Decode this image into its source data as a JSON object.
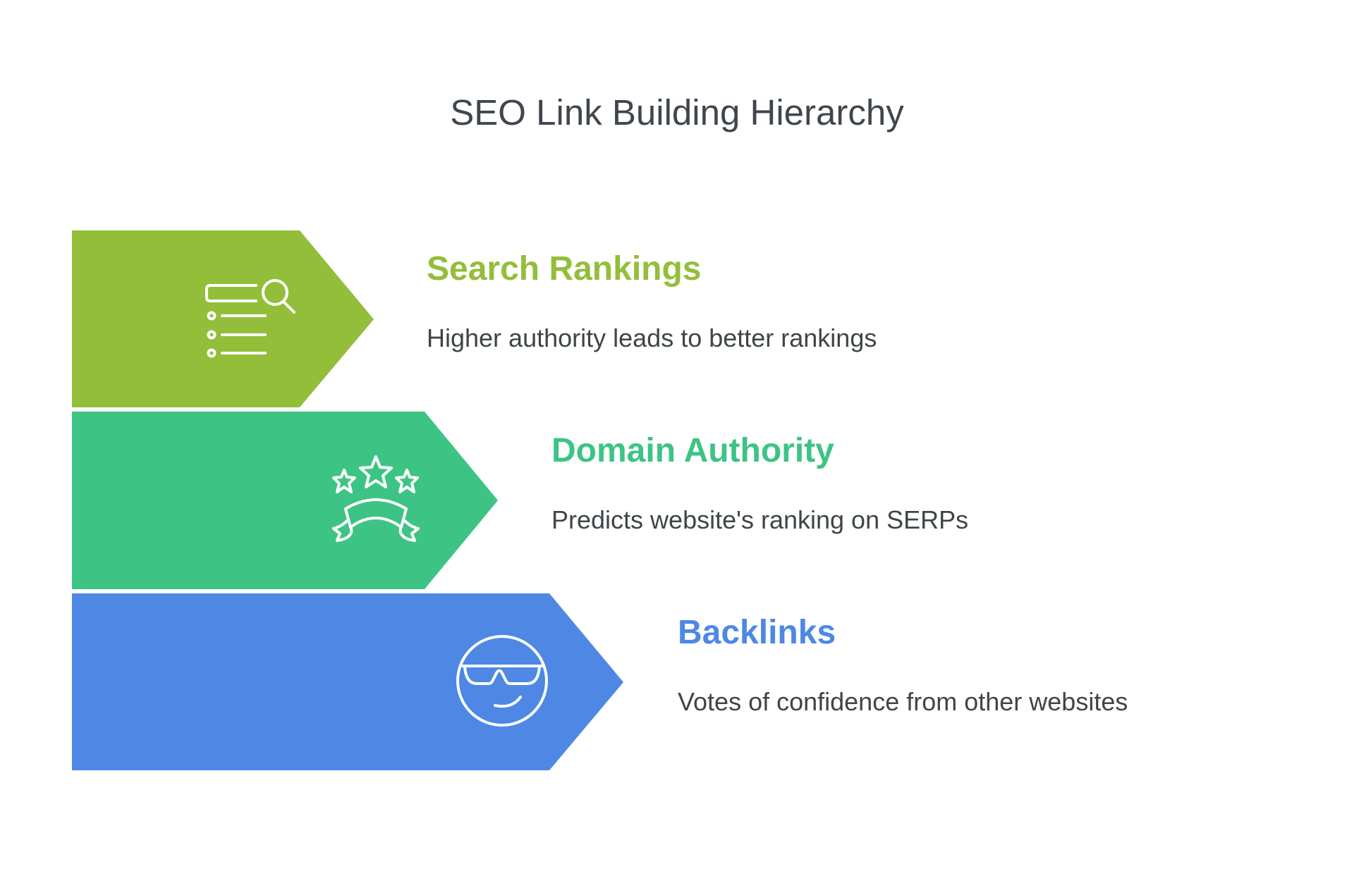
{
  "title": "SEO Link Building Hierarchy",
  "colors": {
    "title": "#40464D",
    "description": "#3F4547",
    "background": "#FFFFFF"
  },
  "levels": [
    {
      "heading": "Search Rankings",
      "description": "Higher authority leads to better rankings",
      "color": "#93BE3A",
      "icon": "search-list-icon"
    },
    {
      "heading": "Domain Authority",
      "description": "Predicts website's ranking on SERPs",
      "color": "#3DC484",
      "icon": "stars-ribbon-icon"
    },
    {
      "heading": "Backlinks",
      "description": "Votes of confidence from other websites",
      "color": "#4E88E4",
      "icon": "cool-face-sunglasses-icon"
    }
  ]
}
